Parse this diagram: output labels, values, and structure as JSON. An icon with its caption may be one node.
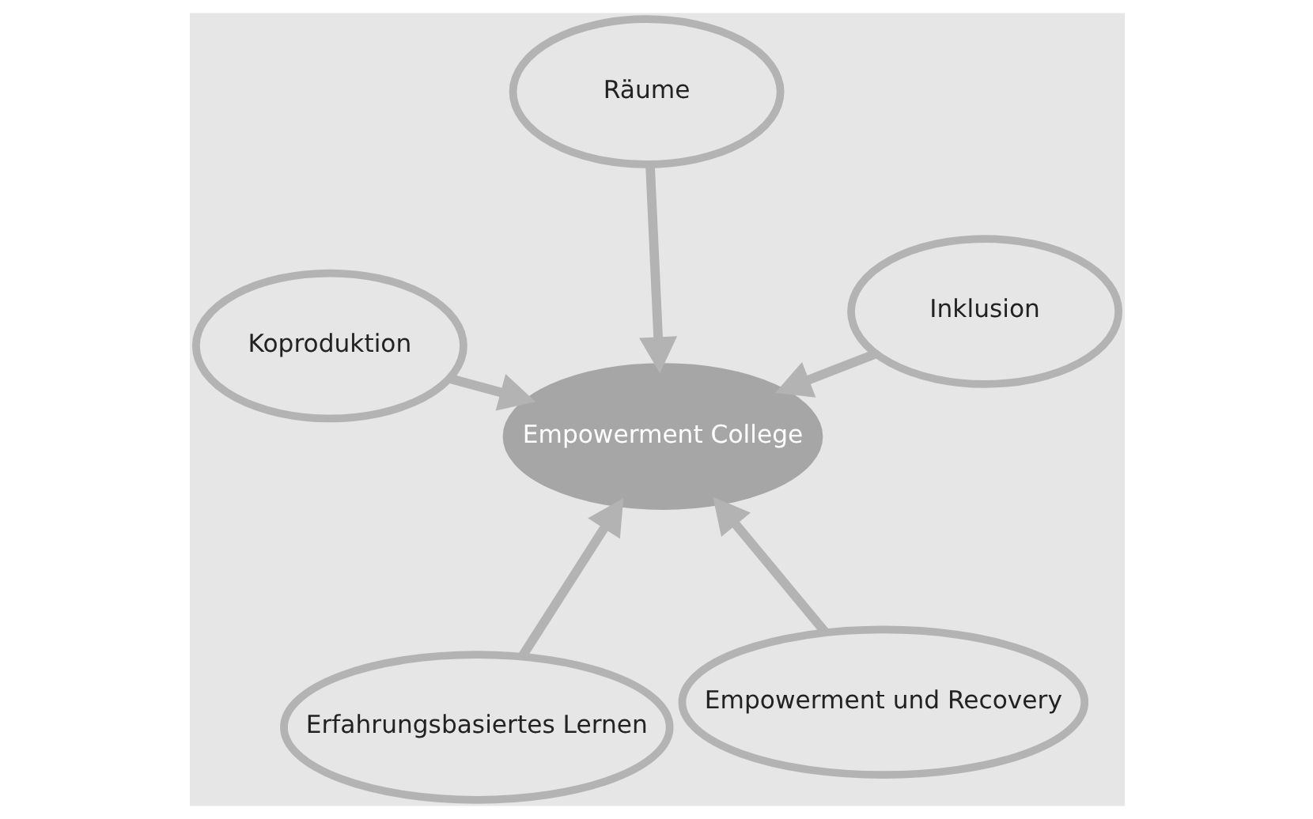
{
  "diagram": {
    "nodes": [
      {
        "text": [
          "Empowerment College"
        ]
      },
      {
        "text": [
          "Empowerment und Recovery"
        ]
      },
      {
        "text": [
          "Erfahrungsbasiertes Lernen"
        ]
      },
      {
        "text": [
          "Koproduktion"
        ]
      },
      {
        "text": [
          "Inklusion"
        ]
      },
      {
        "text": [
          "Räume"
        ]
      }
    ],
    "edges": [
      {
        "from": 1,
        "to": 0,
        "arrow": "to"
      },
      {
        "from": 2,
        "to": 0,
        "arrow": "to"
      },
      {
        "from": 3,
        "to": 0,
        "arrow": "to"
      },
      {
        "from": 4,
        "to": 0,
        "arrow": "to"
      },
      {
        "from": 5,
        "to": 0,
        "arrow": "to"
      }
    ]
  }
}
